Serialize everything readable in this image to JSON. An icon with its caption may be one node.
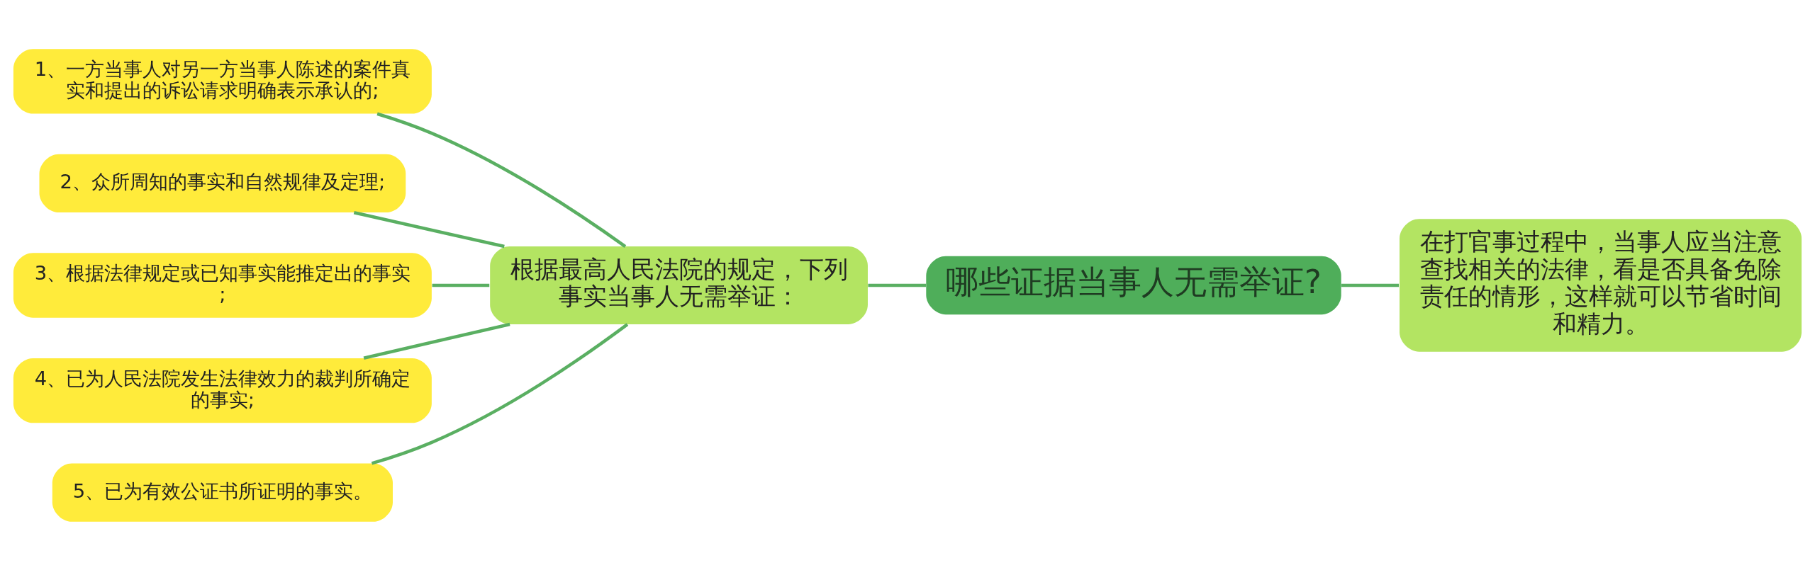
{
  "diagram": {
    "nodes": [
      {
        "text": [
          "哪些证据当事人无需举证?"
        ]
      },
      {
        "text": [
          "根据最高人民法院的规定，下列事实当事人无需举证："
        ]
      },
      {
        "text": [
          "1、一方当事人对另一方当事人陈述的案件真实和提出的诉讼请求明确表示承认的;"
        ]
      },
      {
        "text": [
          "2、众所周知的事实和自然规律及定理;"
        ]
      },
      {
        "text": [
          "3、根据法律规定或已知事实能推定出的事实;"
        ]
      },
      {
        "text": [
          "4、已为人民法院发生法律效力的裁判所确定的事实;"
        ]
      },
      {
        "text": [
          "5、已为有效公证书所证明的事实。"
        ]
      },
      {
        "text": [
          "在打官事过程中，当事人应当注意查找相关的法律，看是否具备免除责任的情形，这样就可以节省时间和精力。"
        ]
      }
    ],
    "edges": [
      {
        "from": 0,
        "to": 1,
        "arrow": "none"
      },
      {
        "from": 1,
        "to": 2,
        "arrow": "none"
      },
      {
        "from": 1,
        "to": 3,
        "arrow": "none"
      },
      {
        "from": 1,
        "to": 4,
        "arrow": "none"
      },
      {
        "from": 1,
        "to": 5,
        "arrow": "none"
      },
      {
        "from": 1,
        "to": 6,
        "arrow": "none"
      },
      {
        "from": 0,
        "to": 7,
        "arrow": "none"
      }
    ]
  }
}
